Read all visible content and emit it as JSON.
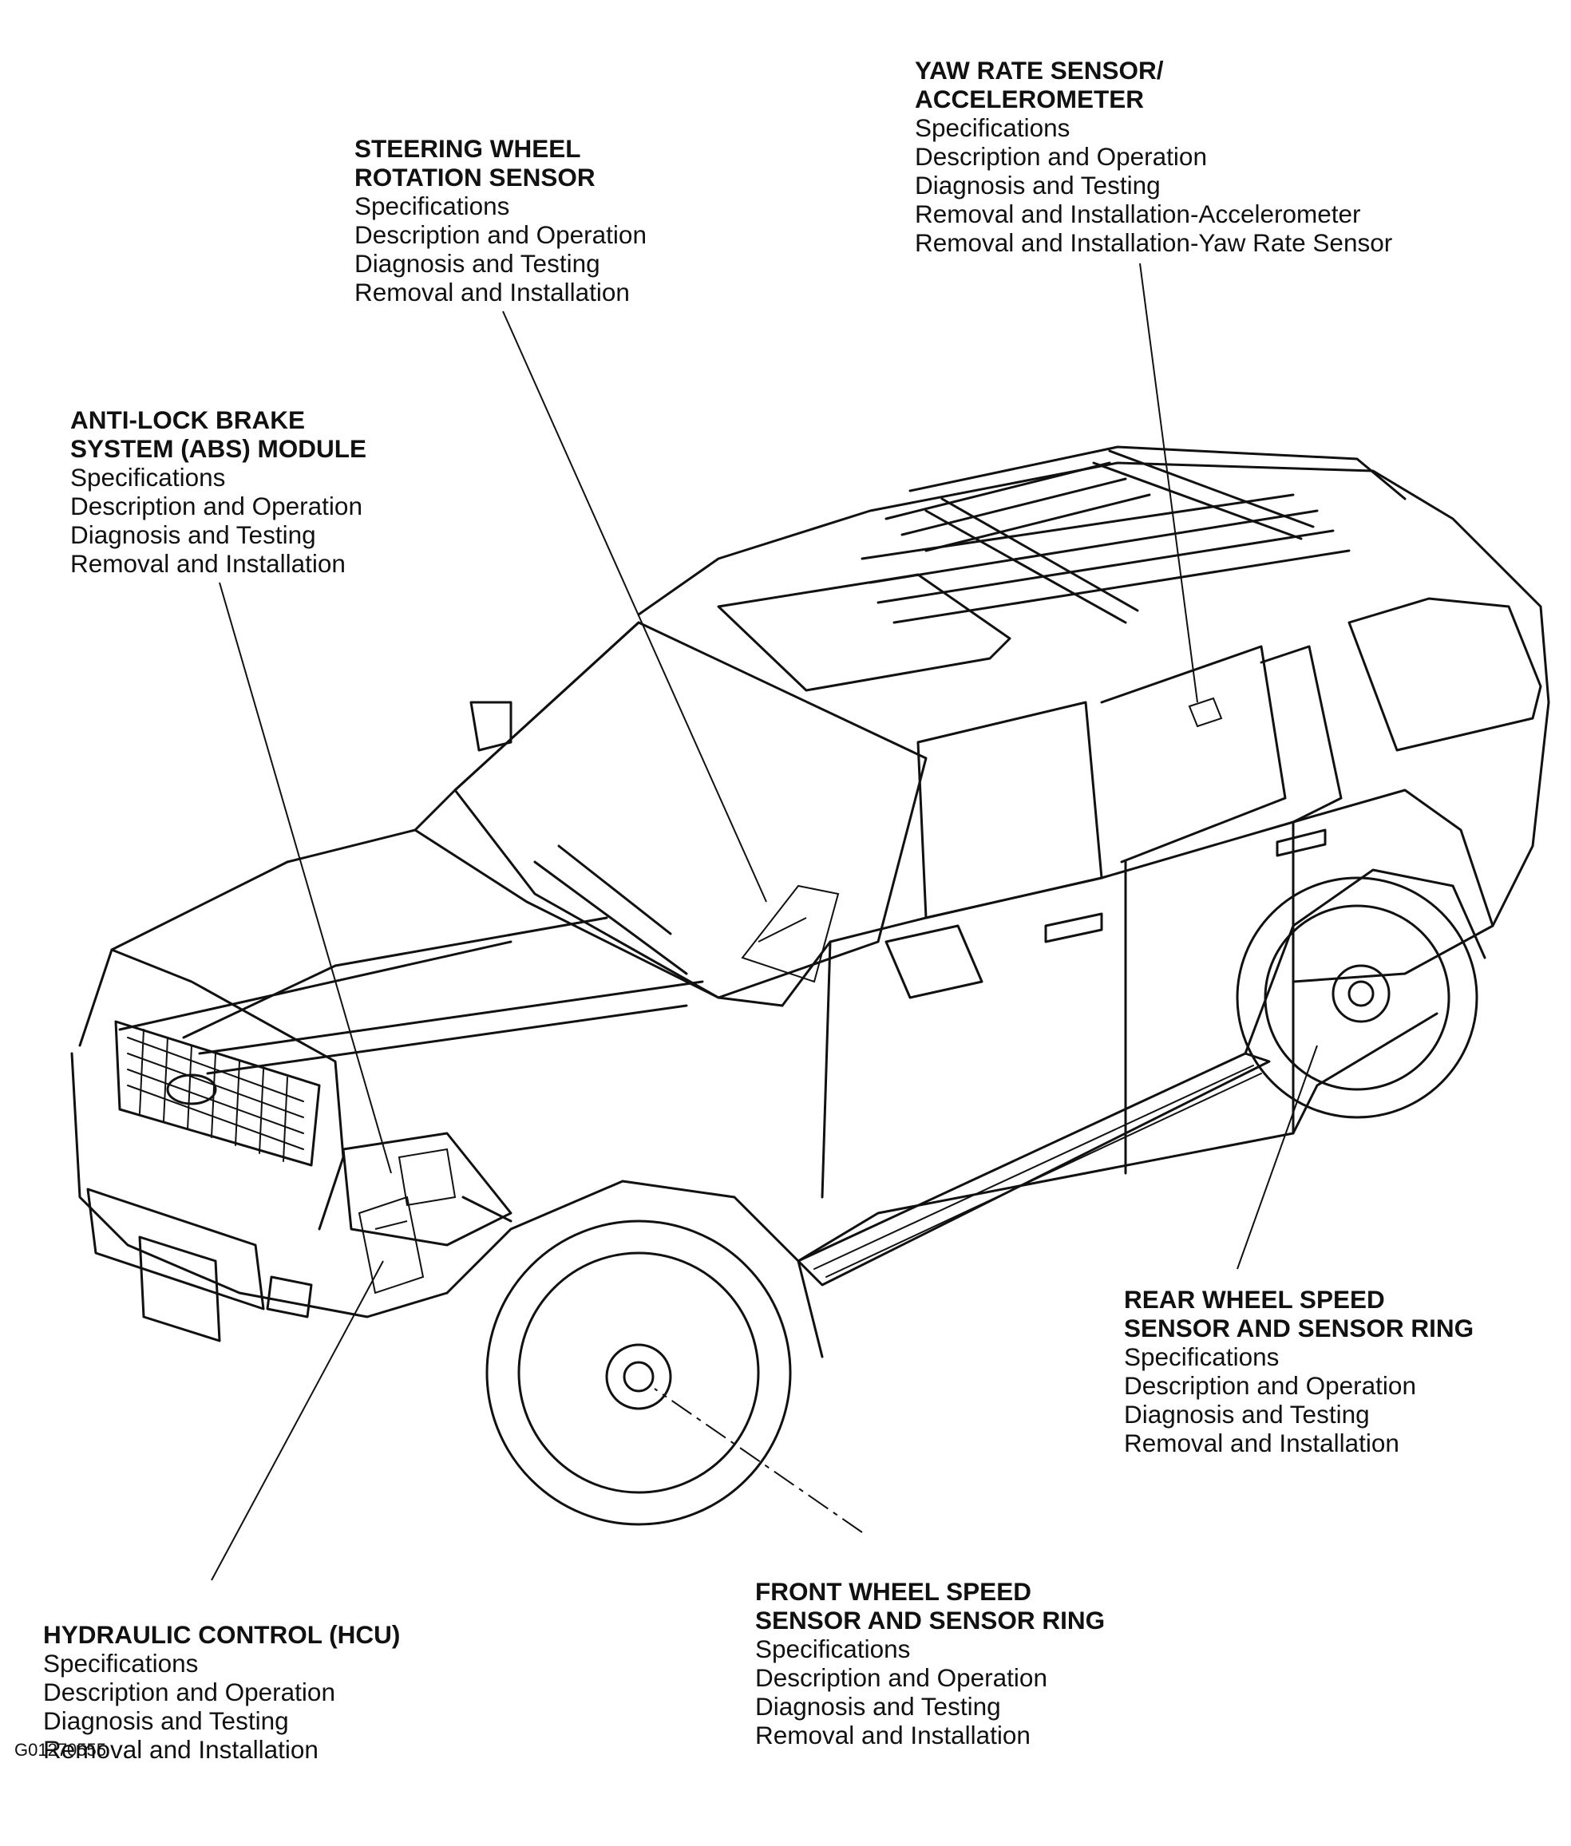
{
  "figure_id": "G01270555",
  "callouts": {
    "yaw_rate": {
      "title": [
        "YAW RATE SENSOR/",
        "ACCELEROMETER"
      ],
      "items": [
        "Specifications",
        "Description and Operation",
        "Diagnosis and Testing",
        "Removal and Installation-Accelerometer",
        "Removal and Installation-Yaw Rate Sensor"
      ]
    },
    "steering_wheel": {
      "title": [
        "STEERING WHEEL",
        "ROTATION SENSOR"
      ],
      "items": [
        "Specifications",
        "Description and Operation",
        "Diagnosis and Testing",
        "Removal and Installation"
      ]
    },
    "abs_module": {
      "title": [
        "ANTI-LOCK BRAKE",
        "SYSTEM (ABS) MODULE"
      ],
      "items": [
        "Specifications",
        "Description and Operation",
        "Diagnosis and Testing",
        "Removal and Installation"
      ]
    },
    "rear_wheel": {
      "title": [
        "REAR WHEEL SPEED",
        "SENSOR AND SENSOR RING"
      ],
      "items": [
        "Specifications",
        "Description and Operation",
        "Diagnosis and Testing",
        "Removal and Installation"
      ]
    },
    "front_wheel": {
      "title": [
        "FRONT WHEEL SPEED",
        "SENSOR AND SENSOR RING"
      ],
      "items": [
        "Specifications",
        "Description and Operation",
        "Diagnosis and Testing",
        "Removal and Installation"
      ]
    },
    "hcu": {
      "title": [
        "HYDRAULIC CONTROL (HCU)"
      ],
      "items": [
        "Specifications",
        "Description and Operation",
        "Diagnosis and Testing",
        "Removal and Installation"
      ]
    }
  }
}
